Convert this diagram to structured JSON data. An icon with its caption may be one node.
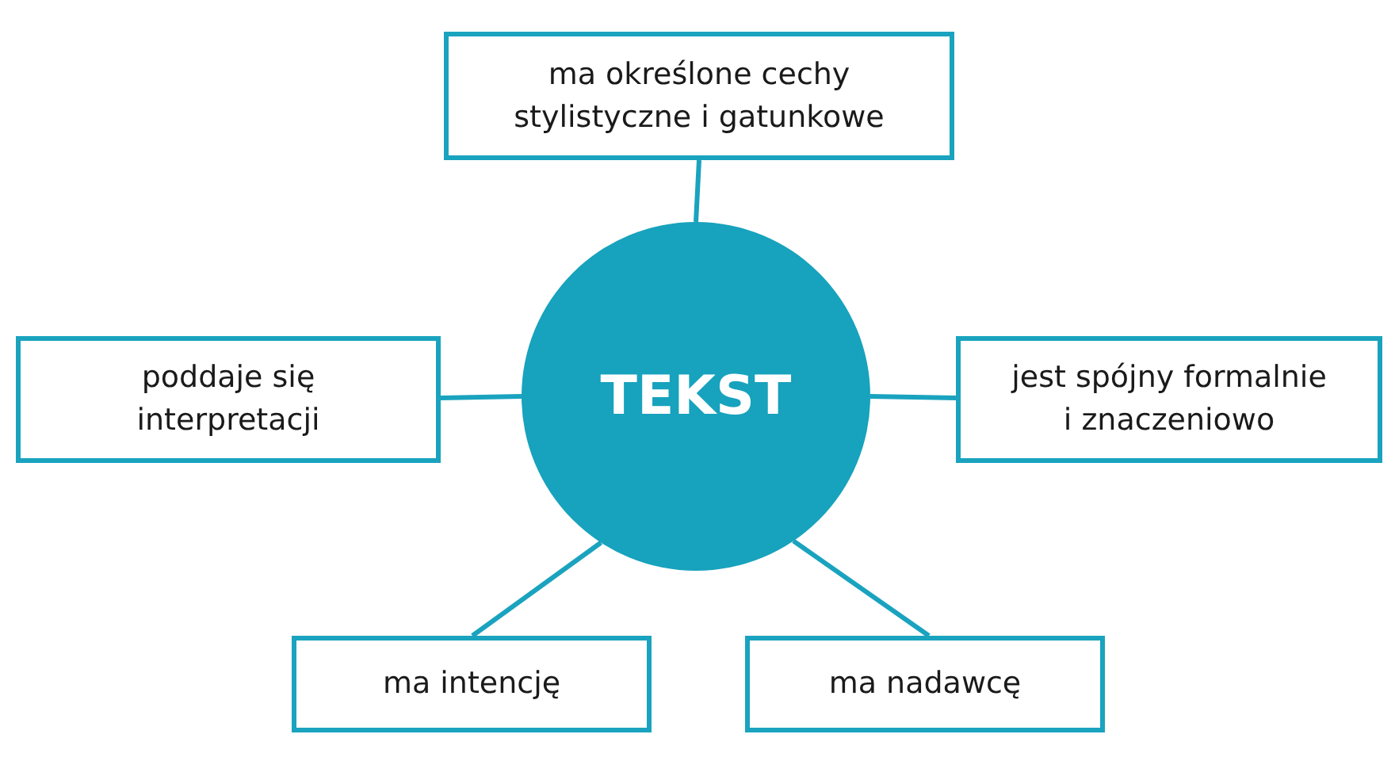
{
  "diagram": {
    "nodes": [
      {
        "text": [
          "ma określone cechy stylistyczne i gatunkowe"
        ]
      },
      {
        "text": [
          "poddaje się interpretacji"
        ]
      },
      {
        "text": [
          "TEKST"
        ]
      },
      {
        "text": [
          "jest spójny formalnie i znaczeniowo"
        ]
      },
      {
        "text": [
          "ma intencję"
        ]
      },
      {
        "text": [
          "ma nadawcę"
        ]
      }
    ],
    "edges": [
      {
        "from": 2,
        "to": 0,
        "arrow": "none"
      },
      {
        "from": 2,
        "to": 1,
        "arrow": "none"
      },
      {
        "from": 2,
        "to": 3,
        "arrow": "none"
      },
      {
        "from": 2,
        "to": 4,
        "arrow": "none"
      },
      {
        "from": 2,
        "to": 5,
        "arrow": "none"
      }
    ]
  }
}
